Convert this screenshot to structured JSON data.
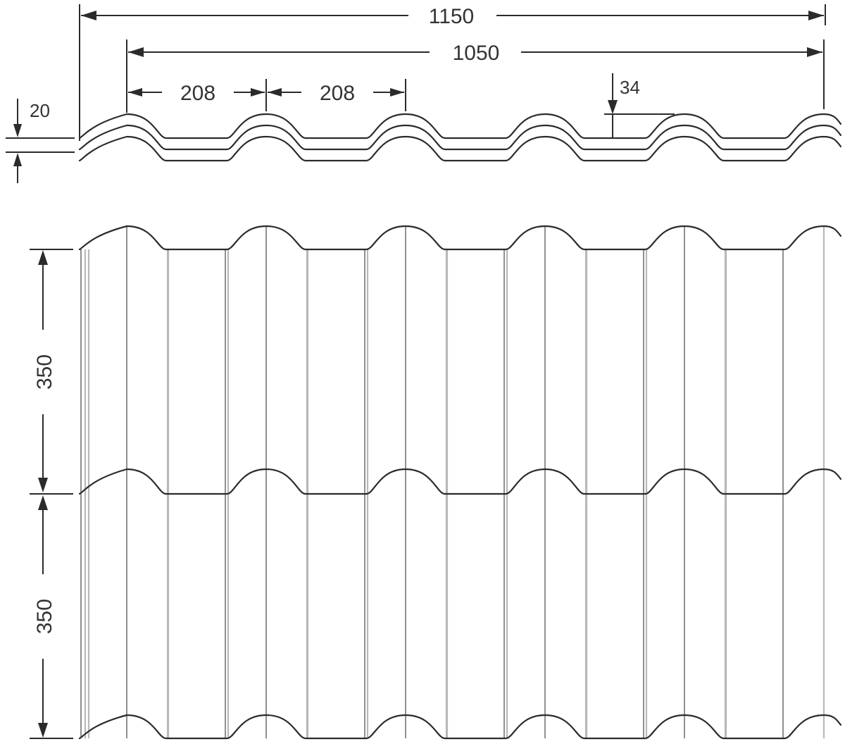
{
  "dimensions": {
    "overall_width": "1150",
    "effective_width": "1050",
    "wave_pitch_1": "208",
    "wave_pitch_2": "208",
    "wave_height": "34",
    "sheet_thickness": "20",
    "step_length_upper": "350",
    "step_length_lower": "350"
  },
  "colors": {
    "line": "#2b2b2b",
    "text": "#333333",
    "rib_dark": "#555555",
    "rib_light": "#b8b8b8",
    "background": "#ffffff"
  }
}
